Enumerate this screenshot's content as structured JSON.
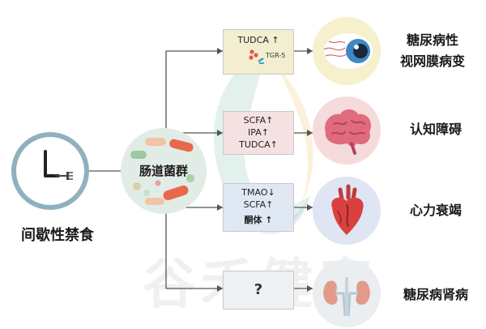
{
  "nodes": {
    "fasting": "间歇性禁食",
    "gut": "肠道菌群"
  },
  "pathways": [
    {
      "lines": [
        "TUDCA ↑"
      ],
      "note": "TGR-5",
      "outcome": [
        "糖尿病性",
        "视网膜病变"
      ]
    },
    {
      "lines": [
        "SCFA↑",
        "IPA↑",
        "TUDCA↑"
      ],
      "outcome": [
        "认知障碍"
      ]
    },
    {
      "lines": [
        "TMAO↓",
        "SCFA↑",
        "酮体 ↑"
      ],
      "outcome": [
        "心力衰竭"
      ]
    },
    {
      "lines": [
        "?"
      ],
      "outcome": [
        "糖尿病肾病"
      ]
    }
  ],
  "icons": {
    "clock": "clock-fork-icon",
    "eye": "eye-icon",
    "brain": "brain-icon",
    "heart": "heart-icon",
    "kidney": "kidney-icon"
  },
  "watermark": "谷禾健康",
  "colors": {
    "line": "#555555",
    "box_yellow": "#f3eed0",
    "box_pink": "#f6e1e2",
    "box_blue": "#dfe8f3",
    "box_gray": "#edf1f3",
    "clock_ring": "#8fb0bf"
  }
}
